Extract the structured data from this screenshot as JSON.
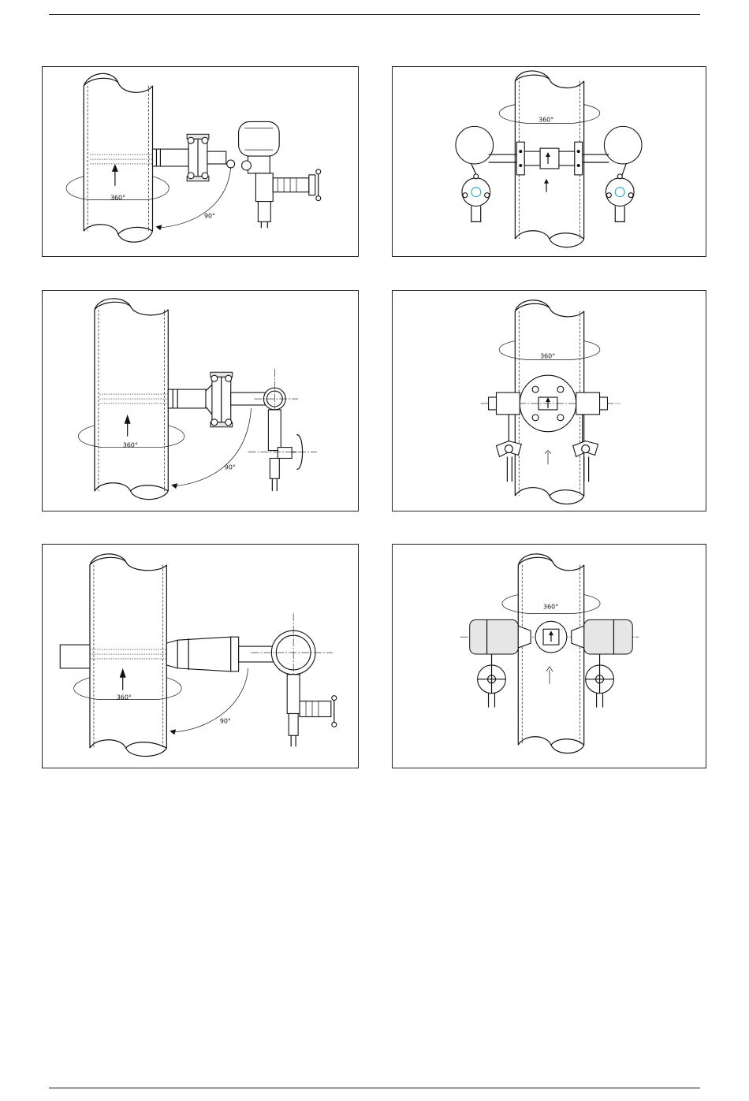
{
  "figures": [
    {
      "id": "panel-1",
      "angle_label": "360°",
      "swing_label": "90°"
    },
    {
      "id": "panel-2",
      "angle_label": "360°"
    },
    {
      "id": "panel-3",
      "angle_label": "360°",
      "swing_label": "90°"
    },
    {
      "id": "panel-4",
      "angle_label": "360°"
    },
    {
      "id": "panel-5",
      "angle_label": "360°",
      "swing_label": "90°"
    },
    {
      "id": "panel-6",
      "angle_label": "360°"
    }
  ],
  "colors": {
    "line": "#111111",
    "valve_accent": "#1fa6c9"
  }
}
